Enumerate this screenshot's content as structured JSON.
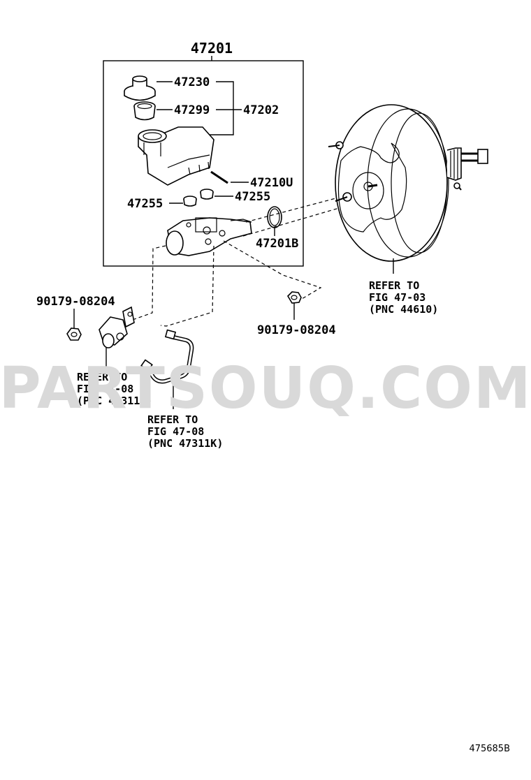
{
  "diagram": {
    "assembly_label": "47201",
    "parts": {
      "cap": "47230",
      "strainer": "47299",
      "reservoir": "47202",
      "pin": "47210U",
      "grommet_right": "47255",
      "grommet_left": "47255",
      "oring": "47201B",
      "nut_left": "90179-08204",
      "nut_right": "90179-08204"
    },
    "references": {
      "booster": {
        "line1": "REFER TO",
        "line2": "FIG 47-03",
        "line3": "(PNC 44610)"
      },
      "valve": {
        "line1": "REFER TO",
        "line2": "FIG 47-08",
        "line3": "(PNC 47311A)"
      },
      "tube": {
        "line1": "REFER TO",
        "line2": "FIG 47-08",
        "line3": "(PNC 47311K)"
      }
    },
    "watermark": "PARTSOUQ.COM",
    "figure_code": "475685B"
  }
}
